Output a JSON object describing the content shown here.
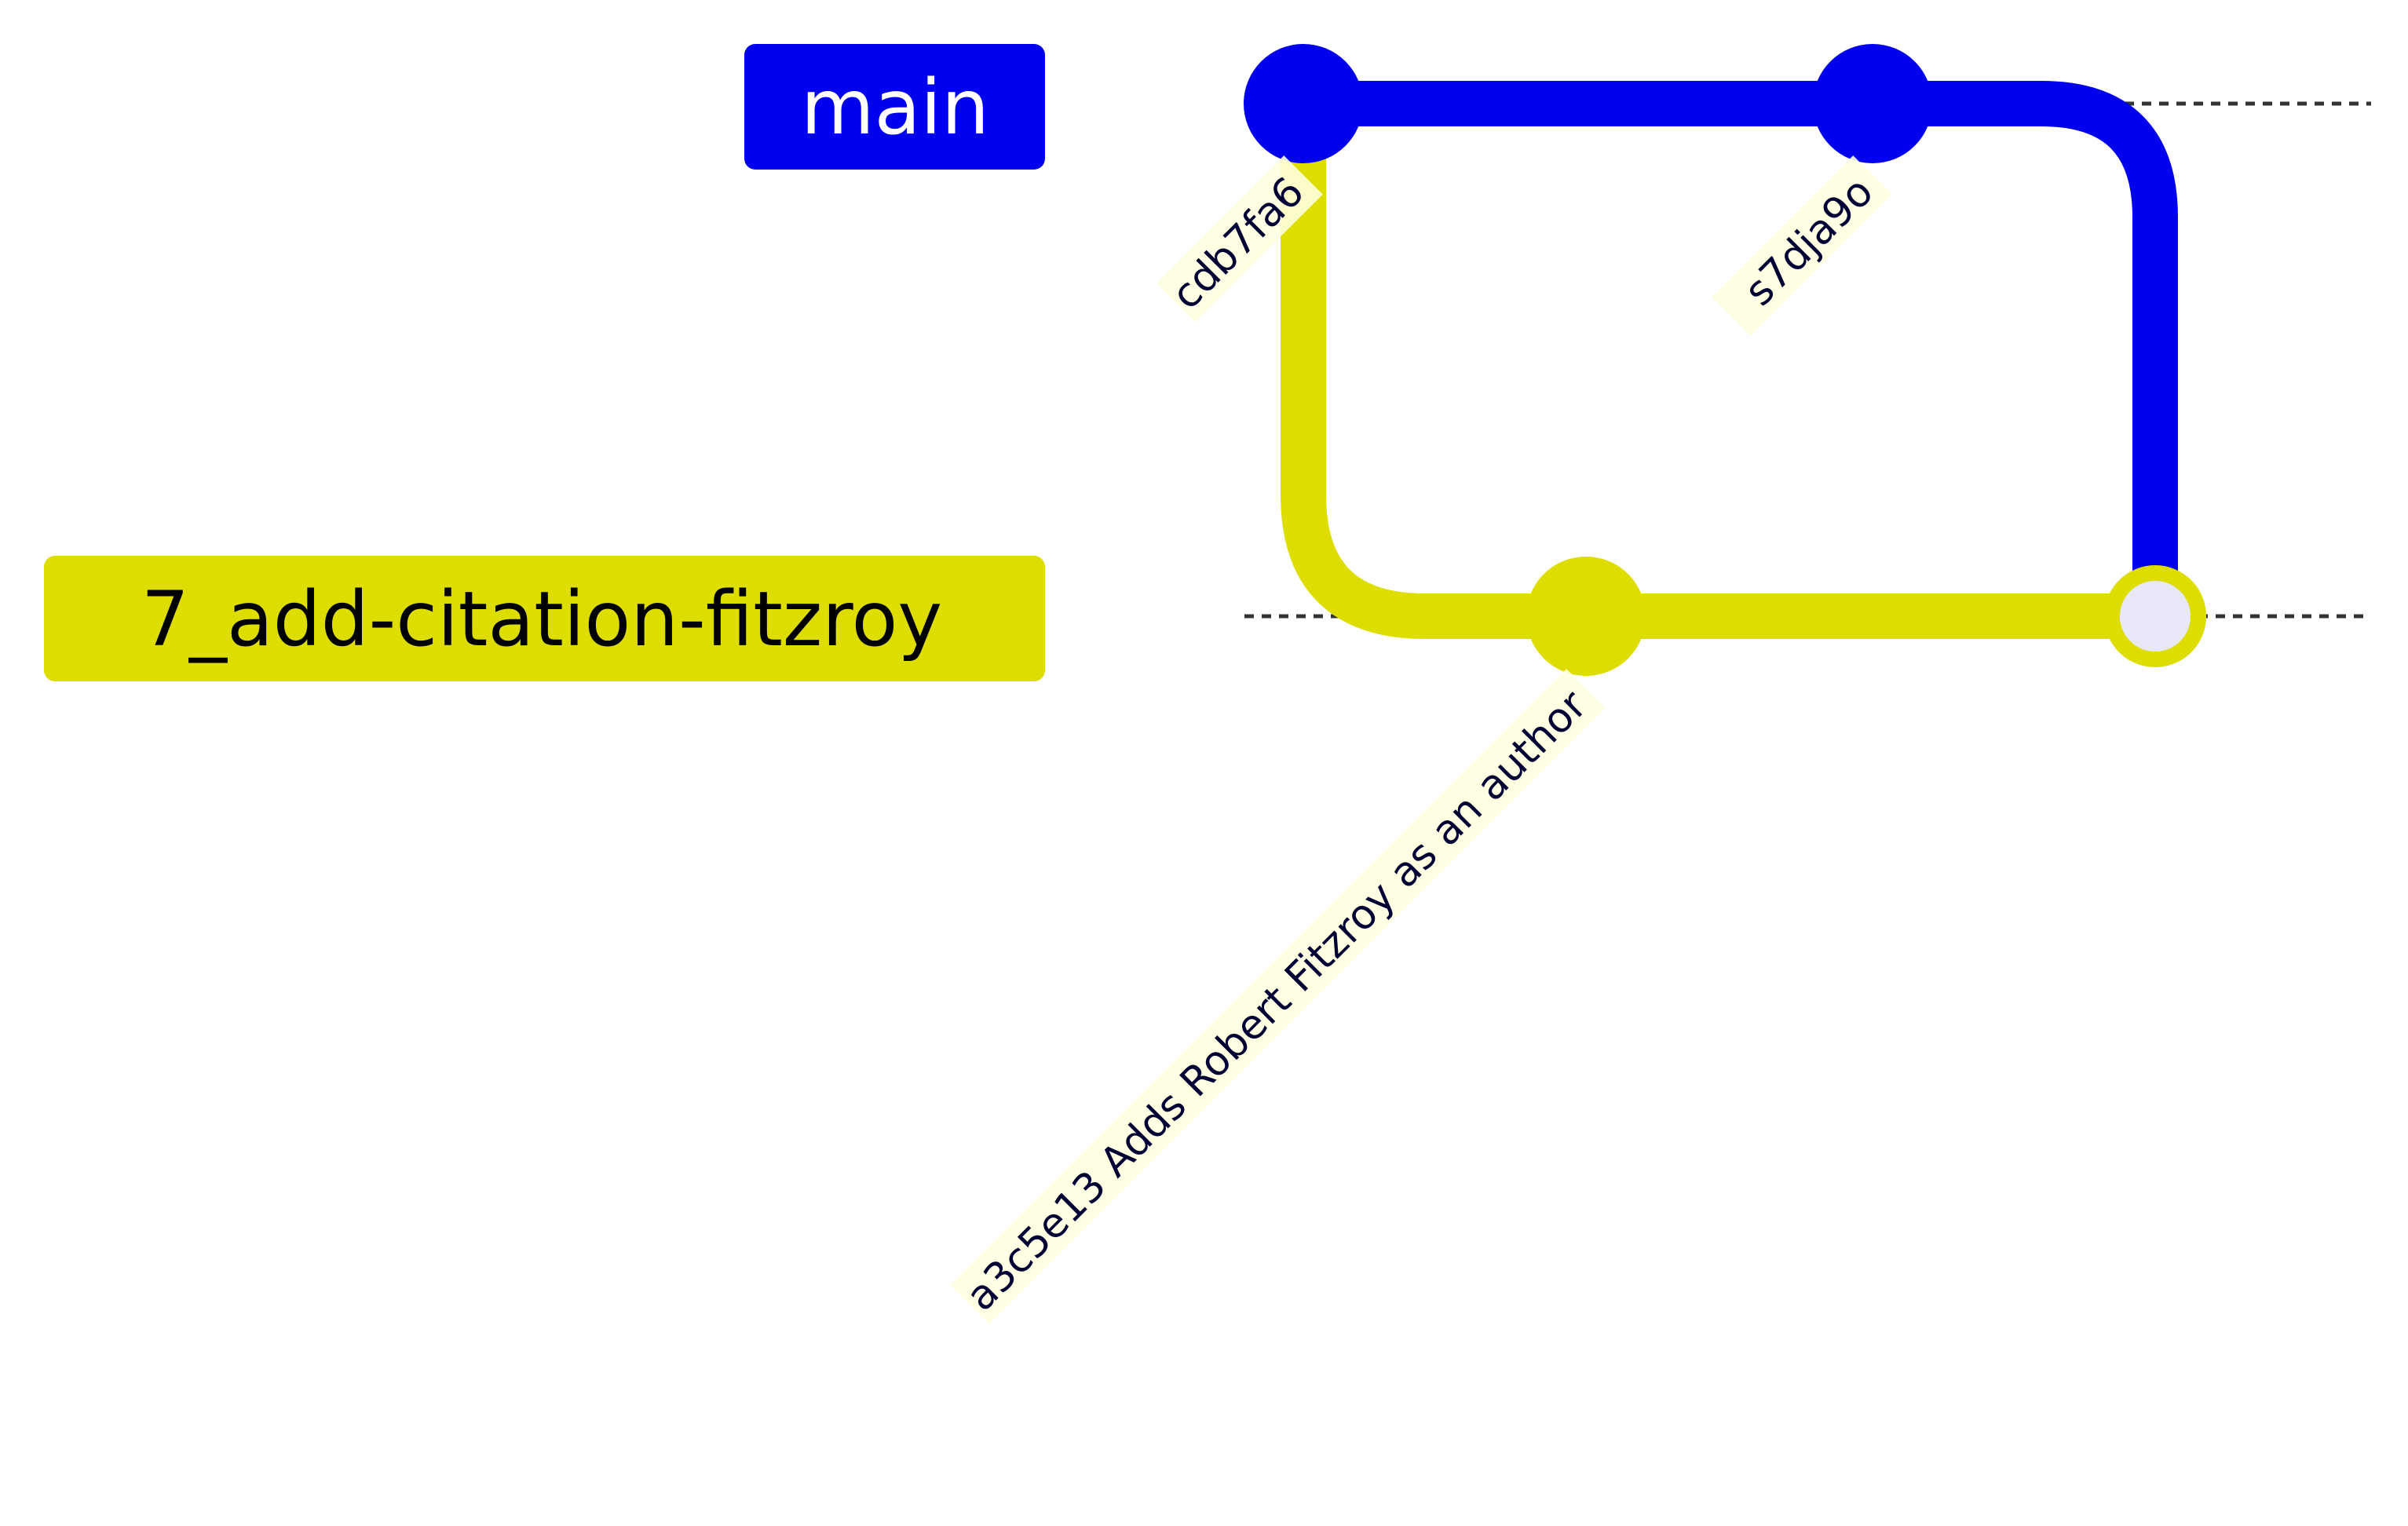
{
  "colors": {
    "main": "#0000ee",
    "feature": "#dddd00",
    "merge_fill": "#e8e8f8",
    "commit_label_bg": "#ffffe0",
    "guide_line": "#333333",
    "main_label_text": "#ffffff",
    "feature_label_text": "#000000"
  },
  "branches": [
    {
      "id": "main",
      "name": "main",
      "color_key": "main"
    },
    {
      "id": "feature",
      "name": "7_add-citation-fitzroy",
      "color_key": "feature"
    }
  ],
  "commits": [
    {
      "id": "cdb7fa6",
      "label": "cdb7fa6",
      "branch": "main",
      "type": "normal"
    },
    {
      "id": "a3c5e13",
      "label": "a3c5e13 Adds Robert Fitzroy as an author",
      "branch": "feature",
      "type": "normal"
    },
    {
      "id": "s7dja9o",
      "label": "s7dja9o",
      "branch": "main",
      "type": "normal"
    },
    {
      "id": "merge",
      "label": "",
      "branch": "feature",
      "type": "merge"
    }
  ]
}
